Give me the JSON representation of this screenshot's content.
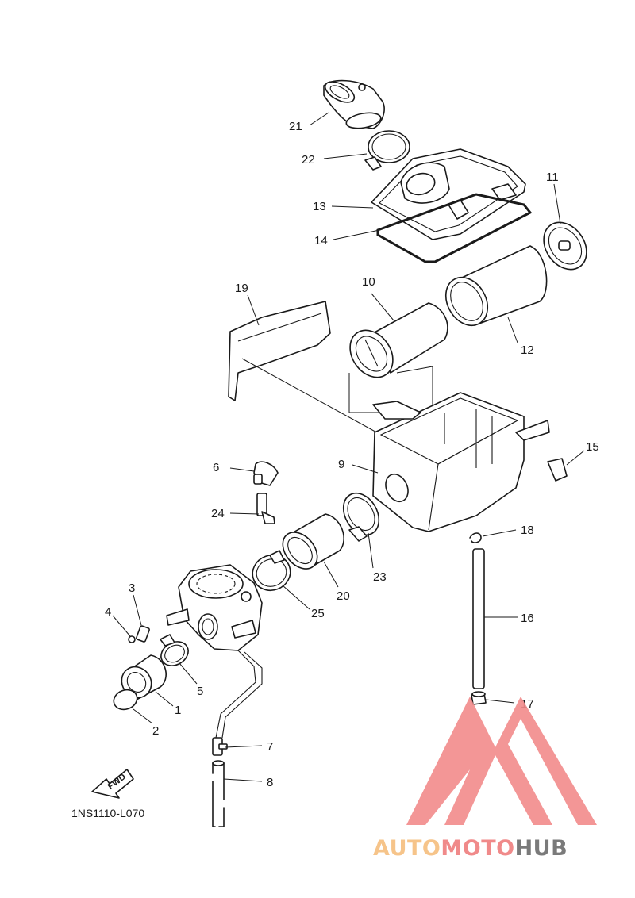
{
  "diagram": {
    "code": "1NS1110-L070",
    "fwd_label": "FWD",
    "callouts": [
      {
        "id": "c1",
        "label": "1"
      },
      {
        "id": "c2",
        "label": "2"
      },
      {
        "id": "c3",
        "label": "3"
      },
      {
        "id": "c4",
        "label": "4"
      },
      {
        "id": "c5",
        "label": "5"
      },
      {
        "id": "c6",
        "label": "6"
      },
      {
        "id": "c7",
        "label": "7"
      },
      {
        "id": "c8",
        "label": "8"
      },
      {
        "id": "c9",
        "label": "9"
      },
      {
        "id": "c10",
        "label": "10"
      },
      {
        "id": "c11",
        "label": "11"
      },
      {
        "id": "c12",
        "label": "12"
      },
      {
        "id": "c13",
        "label": "13"
      },
      {
        "id": "c14",
        "label": "14"
      },
      {
        "id": "c15",
        "label": "15"
      },
      {
        "id": "c16",
        "label": "16"
      },
      {
        "id": "c17",
        "label": "17"
      },
      {
        "id": "c18",
        "label": "18"
      },
      {
        "id": "c19",
        "label": "19"
      },
      {
        "id": "c20",
        "label": "20"
      },
      {
        "id": "c21",
        "label": "21"
      },
      {
        "id": "c22",
        "label": "22"
      },
      {
        "id": "c23",
        "label": "23"
      },
      {
        "id": "c24",
        "label": "24"
      },
      {
        "id": "c25",
        "label": "25"
      }
    ]
  },
  "watermark": {
    "part1": "AUTO",
    "part2": "MOTO",
    "part3": "HUB",
    "color_part1": "#f6c48a",
    "color_part2": "#f08a8a",
    "color_part3": "#7a7a7a",
    "logo_color": "#f28b8b"
  }
}
